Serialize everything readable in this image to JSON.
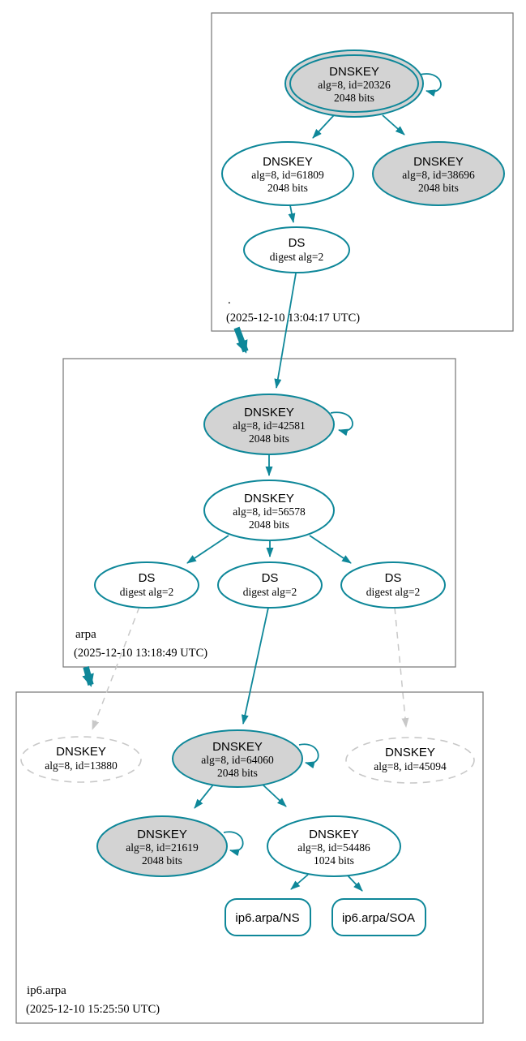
{
  "colors": {
    "secure_edge_teal": "#0e8799",
    "node_fill_gray": "#d3d3d3",
    "missing_dash_gray": "#c8c8c8",
    "zone_border_gray": "#757575",
    "text_black": "#000000"
  },
  "zones": {
    "root": {
      "label": ".",
      "timestamp": "(2025-12-10 13:04:17 UTC)",
      "nodes": {
        "ksk": {
          "title": "DNSKEY",
          "detail": "alg=8, id=20326",
          "bits": "2048 bits"
        },
        "zsk": {
          "title": "DNSKEY",
          "detail": "alg=8, id=61809",
          "bits": "2048 bits"
        },
        "key38696": {
          "title": "DNSKEY",
          "detail": "alg=8, id=38696",
          "bits": "2048 bits"
        },
        "ds": {
          "title": "DS",
          "detail": "digest alg=2"
        }
      }
    },
    "arpa": {
      "label": "arpa",
      "timestamp": "(2025-12-10 13:18:49 UTC)",
      "nodes": {
        "ksk": {
          "title": "DNSKEY",
          "detail": "alg=8, id=42581",
          "bits": "2048 bits"
        },
        "zsk": {
          "title": "DNSKEY",
          "detail": "alg=8, id=56578",
          "bits": "2048 bits"
        },
        "ds1": {
          "title": "DS",
          "detail": "digest alg=2"
        },
        "ds2": {
          "title": "DS",
          "detail": "digest alg=2"
        },
        "ds3": {
          "title": "DS",
          "detail": "digest alg=2"
        }
      }
    },
    "ip6arpa": {
      "label": "ip6.arpa",
      "timestamp": "(2025-12-10 15:25:50 UTC)",
      "nodes": {
        "missing13880": {
          "title": "DNSKEY",
          "detail": "alg=8, id=13880"
        },
        "ksk": {
          "title": "DNSKEY",
          "detail": "alg=8, id=64060",
          "bits": "2048 bits"
        },
        "missing45094": {
          "title": "DNSKEY",
          "detail": "alg=8, id=45094"
        },
        "key21619": {
          "title": "DNSKEY",
          "detail": "alg=8, id=21619",
          "bits": "2048 bits"
        },
        "zsk": {
          "title": "DNSKEY",
          "detail": "alg=8, id=54486",
          "bits": "1024 bits"
        },
        "ns": {
          "label": "ip6.arpa/NS"
        },
        "soa": {
          "label": "ip6.arpa/SOA"
        }
      }
    }
  }
}
